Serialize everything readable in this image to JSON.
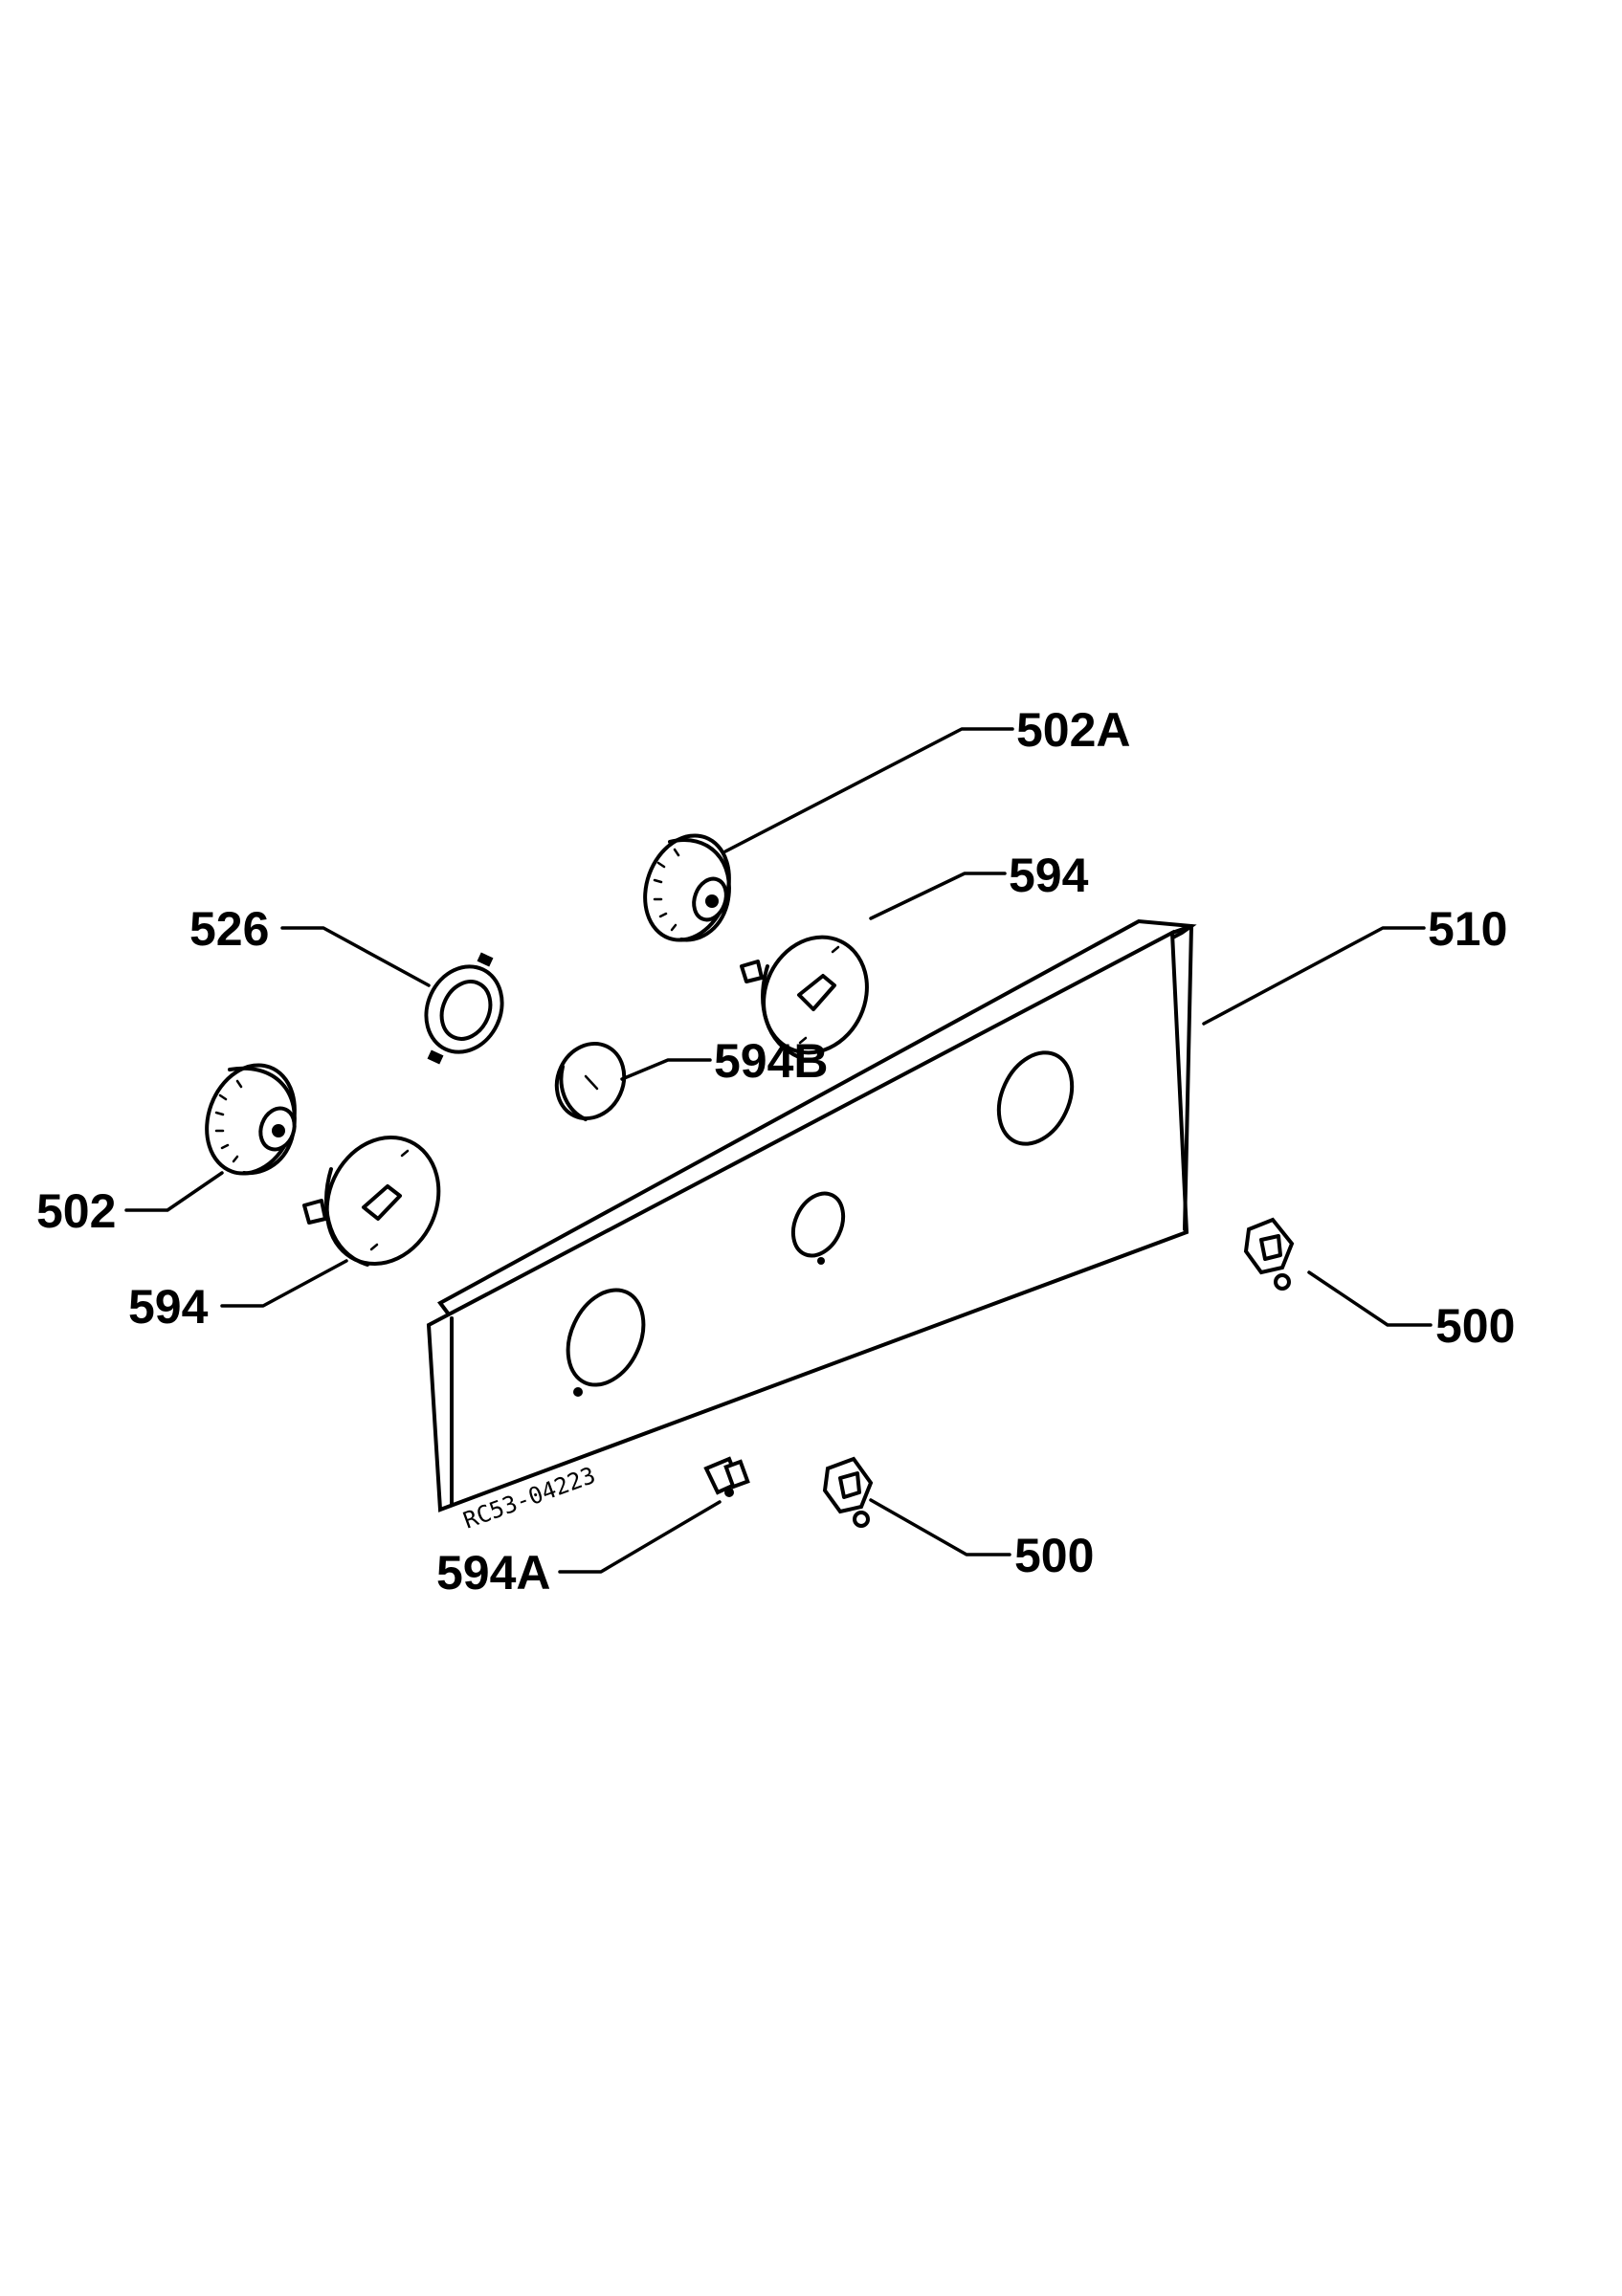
{
  "parts": [
    {
      "id": "502A",
      "label": "502A"
    },
    {
      "id": "594-top",
      "label": "594"
    },
    {
      "id": "510",
      "label": "510"
    },
    {
      "id": "526",
      "label": "526"
    },
    {
      "id": "594B",
      "label": "594B"
    },
    {
      "id": "502",
      "label": "502"
    },
    {
      "id": "594-left",
      "label": "594"
    },
    {
      "id": "500-right",
      "label": "500"
    },
    {
      "id": "500-bottom",
      "label": "500"
    },
    {
      "id": "594A",
      "label": "594A"
    }
  ],
  "panel_stamp": "RC53-04223"
}
